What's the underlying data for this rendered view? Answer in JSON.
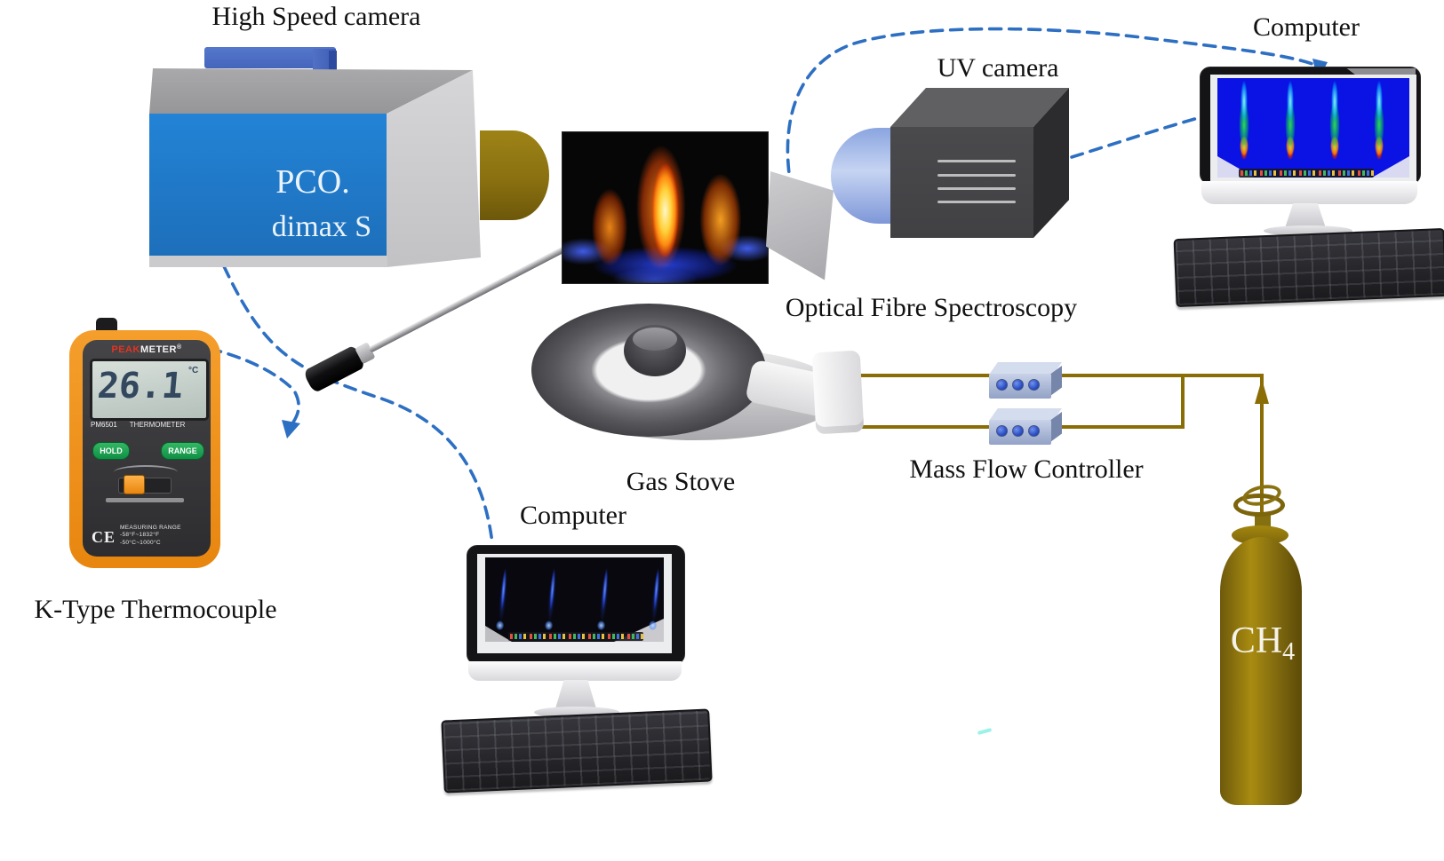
{
  "figure": {
    "labels": {
      "high_speed_camera": "High Speed camera",
      "computer_top": "Computer",
      "uv_camera": "UV camera",
      "optical_fibre_spectroscopy": "Optical Fibre Spectroscopy",
      "gas_stove": "Gas Stove",
      "mass_flow_controller": "Mass Flow Controller",
      "k_type_thermocouple": "K-Type Thermocouple",
      "computer_bottom": "Computer"
    },
    "pco_camera": {
      "line1": "PCO.",
      "line2": "dimax S"
    },
    "gas_cylinder": {
      "formula": "CH",
      "formula_subscript": "4"
    },
    "thermometer": {
      "brand_left": "PEAK",
      "brand_right": "METER",
      "registered_mark": "®",
      "display_value": "26.1",
      "display_unit": "°C",
      "model": "PM6501",
      "device_type": "THERMOMETER",
      "hold_button": "HOLD",
      "range_button": "RANGE",
      "ce_mark": "CE",
      "range_line1": "MEASURING RANGE",
      "range_line2": "-58°F~1832°F",
      "range_line3": "-50°C~1000°C"
    },
    "colors": {
      "connection_dashed_blue": "#2d6fc3",
      "gas_pipe_olive": "#8a6d05",
      "pco_panel_blue": "#1f78c8",
      "cylinder_olive": "#8a7210",
      "thermometer_orange": "#ef9320",
      "uv_screen_blue": "#0a12e4"
    }
  }
}
